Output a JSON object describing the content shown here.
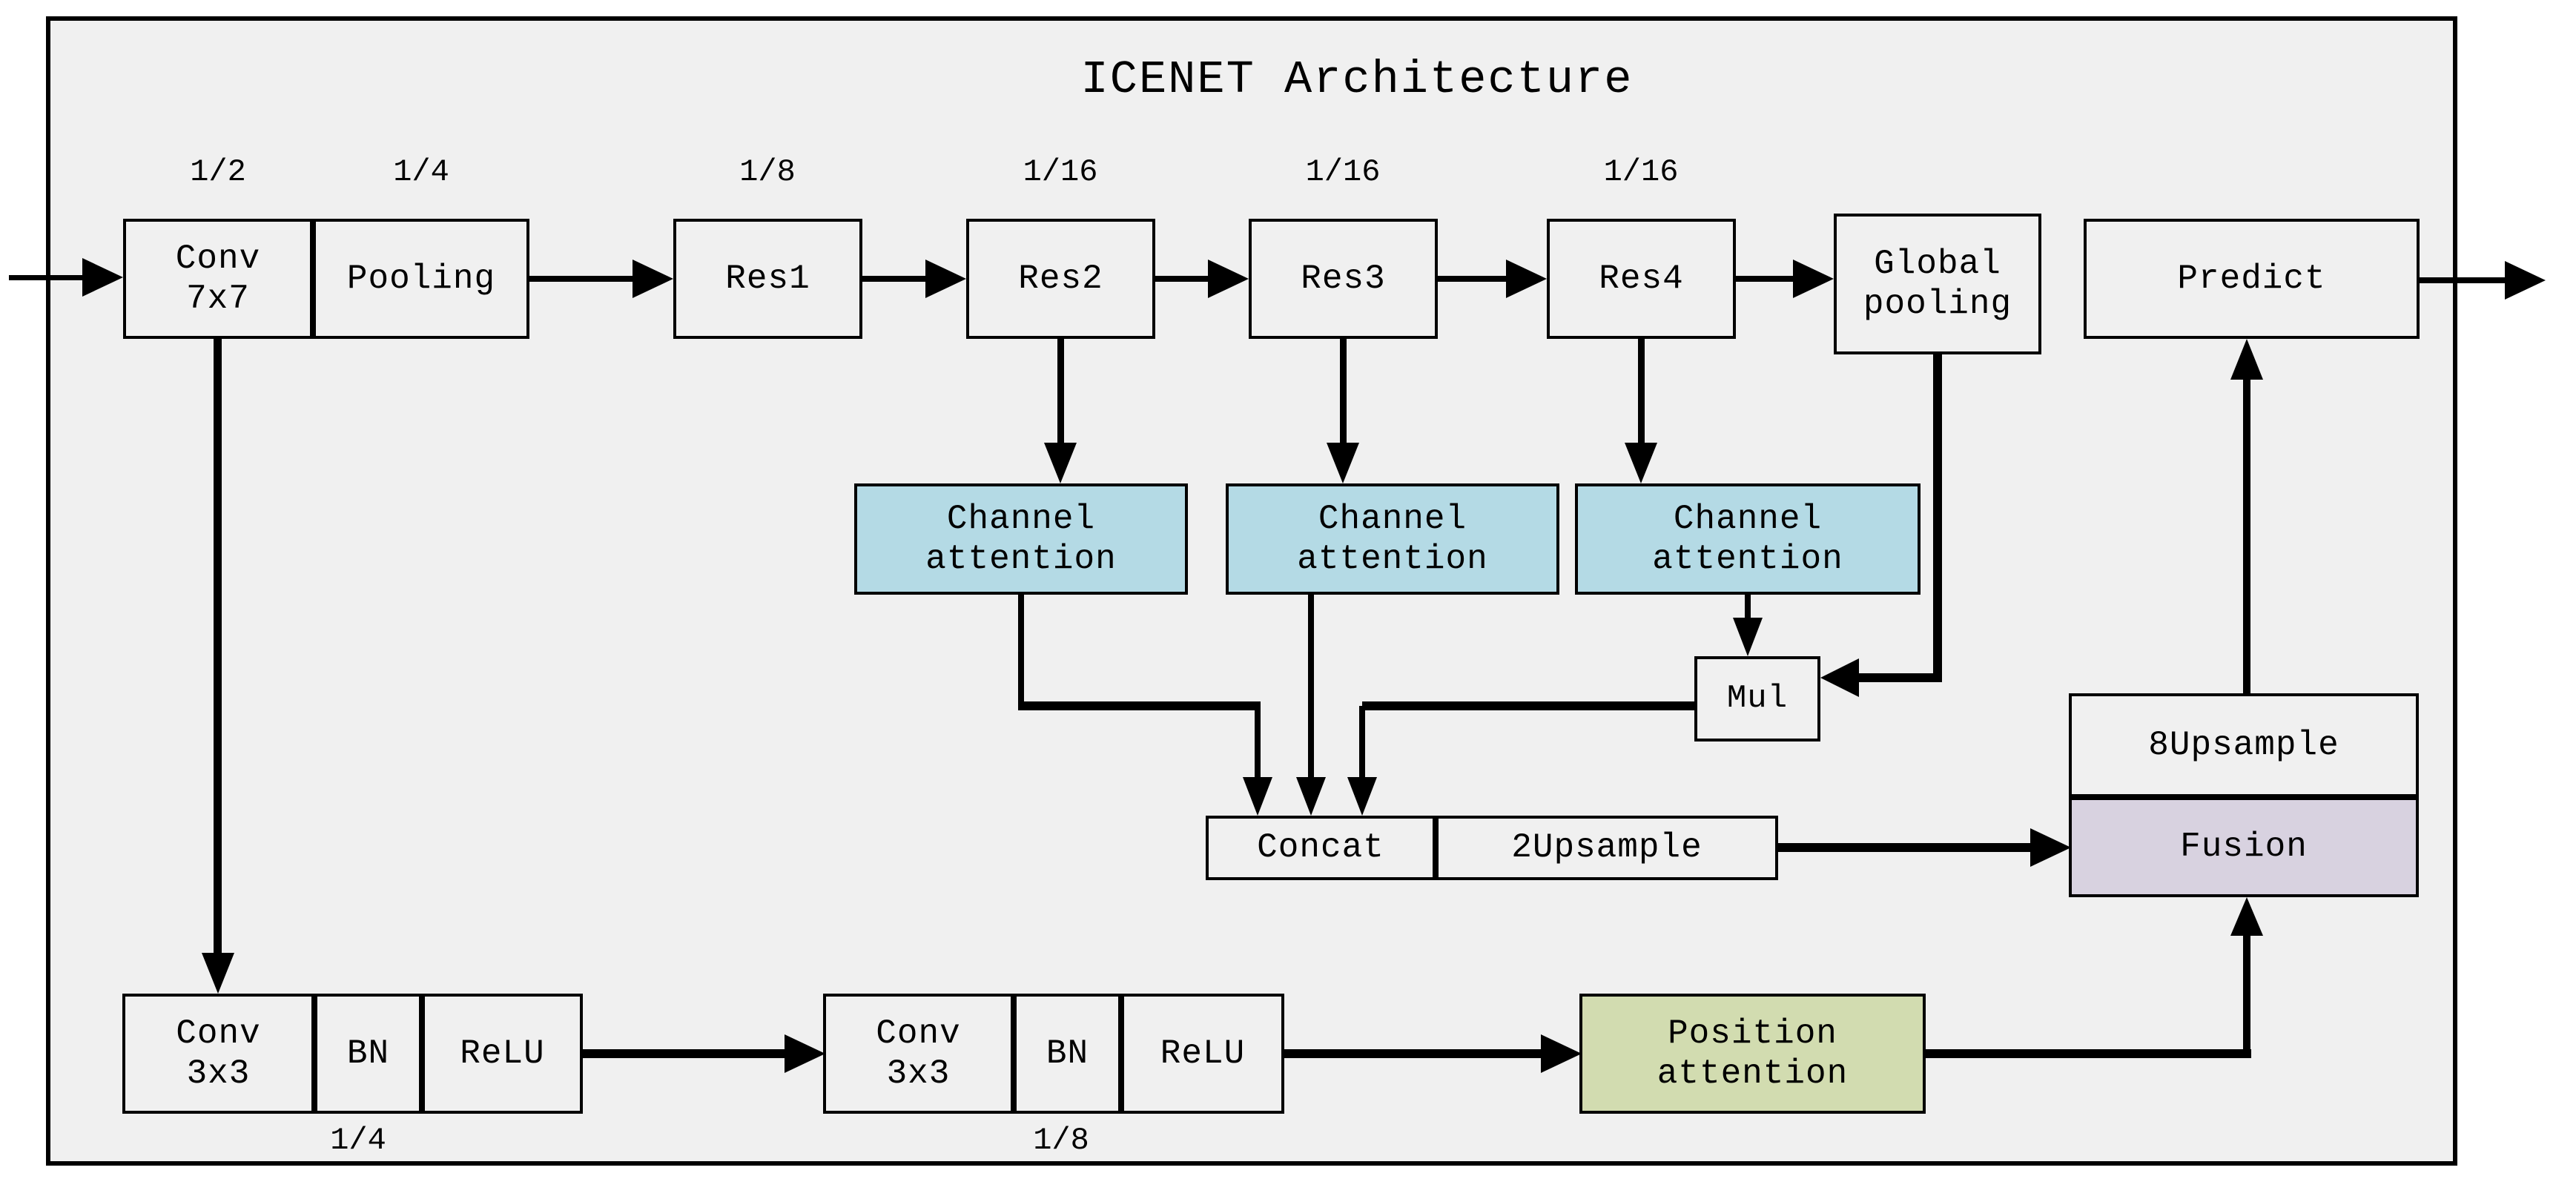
{
  "diagram": {
    "title": "ICENET Architecture",
    "background_color": "#f0f0f0",
    "line_color": "#000000",
    "box_border_color": "#000000"
  },
  "colors": {
    "channel_attention_fill": "#b4dae5",
    "position_attention_fill": "#d2dcb0",
    "fusion_fill": "#d8d2e0",
    "plain_box_fill": "#f0f0f0"
  },
  "nodes": {
    "conv7x7": {
      "label": "Conv\n7x7"
    },
    "pooling": {
      "label": "Pooling"
    },
    "res1": {
      "label": "Res1"
    },
    "res2": {
      "label": "Res2"
    },
    "res3": {
      "label": "Res3"
    },
    "res4": {
      "label": "Res4"
    },
    "global_pooling": {
      "label": "Global\npooling"
    },
    "predict": {
      "label": "Predict"
    },
    "channel_attention_1": {
      "label": "Channel\nattention"
    },
    "channel_attention_2": {
      "label": "Channel\nattention"
    },
    "channel_attention_3": {
      "label": "Channel\nattention"
    },
    "mul": {
      "label": "Mul"
    },
    "concat": {
      "label": "Concat"
    },
    "upsample2": {
      "label": "2Upsample"
    },
    "upsample8": {
      "label": "8Upsample"
    },
    "fusion": {
      "label": "Fusion"
    },
    "conv3x3_low": {
      "label": "Conv\n3x3"
    },
    "bn_low": {
      "label": "BN"
    },
    "relu_low": {
      "label": "ReLU"
    },
    "conv3x3_mid": {
      "label": "Conv\n3x3"
    },
    "bn_mid": {
      "label": "BN"
    },
    "relu_mid": {
      "label": "ReLU"
    },
    "position_attention": {
      "label": "Position\nattention"
    }
  },
  "scale_labels": {
    "above_conv7x7": "1/2",
    "above_pooling": "1/4",
    "above_res1": "1/8",
    "above_res2": "1/16",
    "above_res3": "1/16",
    "above_res4": "1/16",
    "below_branch_low": "1/4",
    "below_branch_mid": "1/8"
  }
}
